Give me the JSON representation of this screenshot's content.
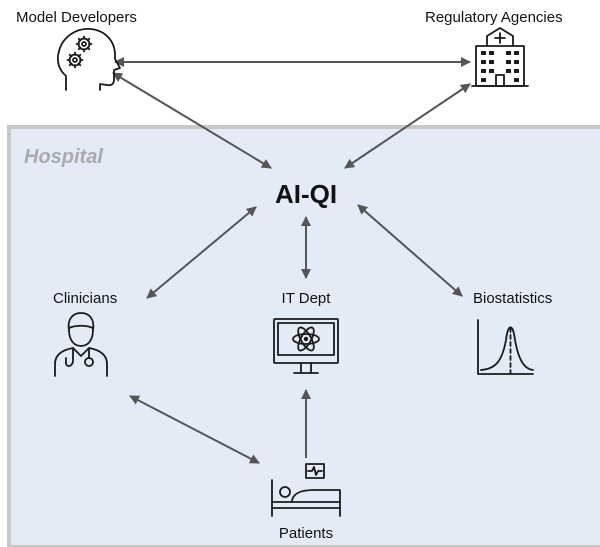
{
  "diagram": {
    "region_label": "Hospital",
    "center_label": "AI-QI",
    "nodes": {
      "model_developers": "Model Developers",
      "regulatory_agencies": "Regulatory Agencies",
      "clinicians": "Clinicians",
      "it_dept": "IT Dept",
      "biostatistics": "Biostatistics",
      "patients": "Patients"
    },
    "colors": {
      "hospital_fill": "#e3ecf6",
      "hospital_border": "#c8c8c8",
      "hospital_label": "#a8aaad",
      "arrow": "#555555",
      "icon": "#1a1a1a"
    },
    "icons": {
      "model_developers": "head-gears-icon",
      "regulatory_agencies": "hospital-building-icon",
      "clinicians": "doctor-icon",
      "it_dept": "monitor-atom-icon",
      "biostatistics": "bell-curve-icon",
      "patients": "hospital-bed-icon"
    }
  }
}
